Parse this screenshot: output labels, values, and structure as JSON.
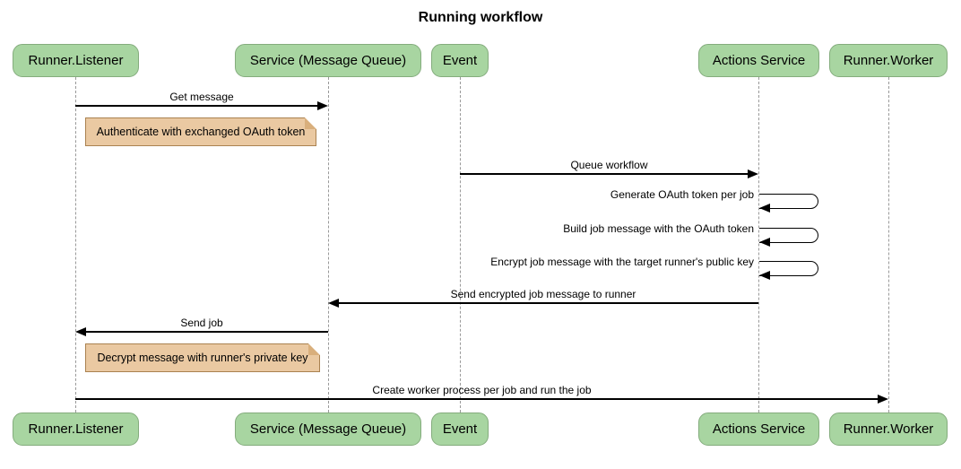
{
  "title": "Running workflow",
  "diagram_type": "sequence-diagram",
  "participants": [
    {
      "name": "Runner.Listener"
    },
    {
      "name": "Service (Message Queue)"
    },
    {
      "name": "Event"
    },
    {
      "name": "Actions Service"
    },
    {
      "name": "Runner.Worker"
    }
  ],
  "messages": [
    {
      "from": "Runner.Listener",
      "to": "Service (Message Queue)",
      "label": "Get message",
      "type": "solid-arrow"
    },
    {
      "from": "Event",
      "to": "Actions Service",
      "label": "Queue workflow",
      "type": "solid-arrow"
    },
    {
      "from": "Actions Service",
      "to": "Actions Service",
      "label": "Generate OAuth token per job",
      "type": "self-loop"
    },
    {
      "from": "Actions Service",
      "to": "Actions Service",
      "label": "Build job message with the OAuth token",
      "type": "self-loop"
    },
    {
      "from": "Actions Service",
      "to": "Actions Service",
      "label": "Encrypt job message with the target runner's public key",
      "type": "self-loop"
    },
    {
      "from": "Actions Service",
      "to": "Service (Message Queue)",
      "label": "Send encrypted job message to runner",
      "type": "solid-arrow"
    },
    {
      "from": "Service (Message Queue)",
      "to": "Runner.Listener",
      "label": "Send job",
      "type": "solid-arrow"
    },
    {
      "from": "Runner.Listener",
      "to": "Runner.Worker",
      "label": "Create worker process per job and run the job",
      "type": "solid-arrow"
    }
  ],
  "notes": [
    {
      "anchor": "Runner.Listener",
      "label": "Authenticate with exchanged OAuth token"
    },
    {
      "anchor": "Runner.Listener",
      "label": "Decrypt message with runner's private key"
    }
  ],
  "colors": {
    "participant_fill": "#a8d5a1",
    "participant_border": "#84ac7d",
    "note_fill": "#eac9a2",
    "note_border": "#aa8250",
    "lifeline": "#999999",
    "arrow": "#000000",
    "background": "#ffffff"
  }
}
